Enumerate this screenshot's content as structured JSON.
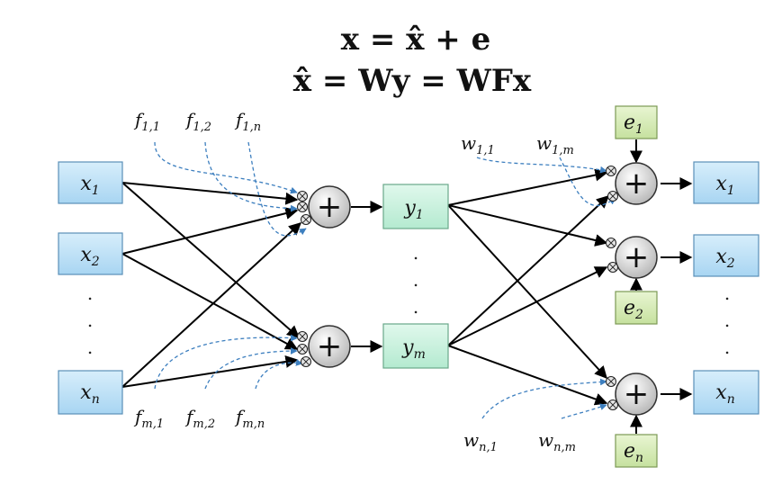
{
  "equations": {
    "line1": "x = x̂ + e",
    "line2": "x̂ = Wy = WFx"
  },
  "inputs": [
    {
      "base": "x",
      "sub": "1"
    },
    {
      "base": "x",
      "sub": "2"
    },
    {
      "base": "x",
      "sub": "n"
    }
  ],
  "hidden": [
    {
      "base": "y",
      "sub": "1"
    },
    {
      "base": "y",
      "sub": "m"
    }
  ],
  "outputs": [
    {
      "base": "x",
      "sub": "1"
    },
    {
      "base": "x",
      "sub": "2"
    },
    {
      "base": "x",
      "sub": "n"
    }
  ],
  "errors": [
    {
      "base": "e",
      "sub": "1"
    },
    {
      "base": "e",
      "sub": "2"
    },
    {
      "base": "e",
      "sub": "n"
    }
  ],
  "f_labels_top": [
    {
      "base": "f",
      "sub": "1,1"
    },
    {
      "base": "f",
      "sub": "1,2"
    },
    {
      "base": "f",
      "sub": "1,n"
    }
  ],
  "f_labels_bottom": [
    {
      "base": "f",
      "sub": "m,1"
    },
    {
      "base": "f",
      "sub": "m,2"
    },
    {
      "base": "f",
      "sub": "m,n"
    }
  ],
  "w_labels_top": [
    {
      "base": "w",
      "sub": "1,1"
    },
    {
      "base": "w",
      "sub": "1,m"
    }
  ],
  "w_labels_bottom": [
    {
      "base": "w",
      "sub": "n,1"
    },
    {
      "base": "w",
      "sub": "n,m"
    }
  ],
  "sum_symbol": "+",
  "dot": ".",
  "colors": {
    "input_box": "#bfe3f7",
    "input_border": "#5a8fb8",
    "hidden_box": "#c9f2de",
    "hidden_border": "#6aa88a",
    "error_box": "#d6ecb5",
    "error_border": "#7c9a55",
    "dashed": "#3d7fbf"
  }
}
